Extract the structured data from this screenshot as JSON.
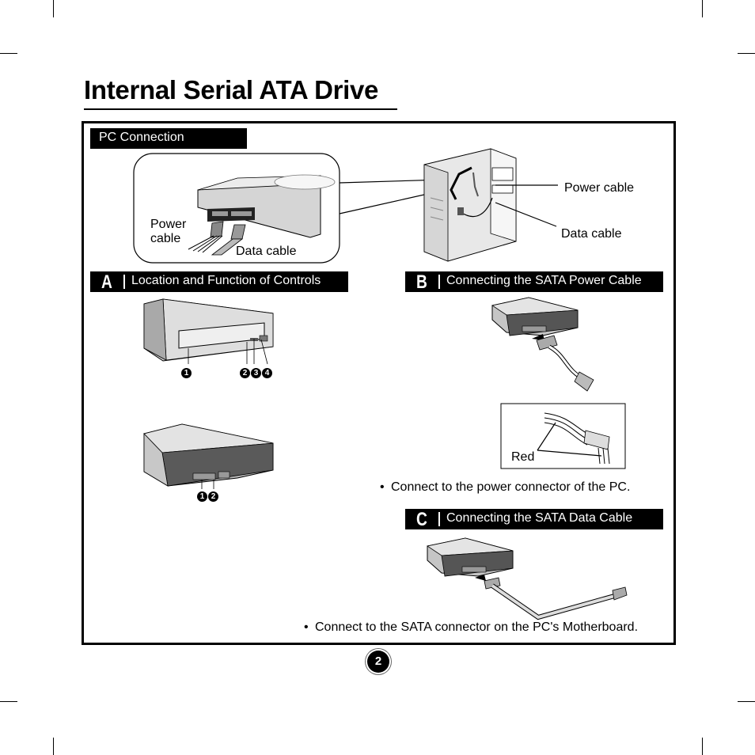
{
  "page": {
    "title": "Internal Serial ATA Drive",
    "page_number": "2"
  },
  "pc_connection": {
    "header": "PC Connection",
    "labels": {
      "power_cable_inset_line1": "Power",
      "power_cable_inset_line2": "cable",
      "data_cable_inset": "Data cable",
      "power_cable_pc": "Power cable",
      "data_cable_pc": "Data cable"
    }
  },
  "section_a": {
    "letter": "A",
    "header": "Location and Function of Controls",
    "front_callouts": [
      "1",
      "2",
      "3",
      "4"
    ],
    "rear_callouts": [
      "1",
      "2"
    ]
  },
  "section_b": {
    "letter": "B",
    "header": "Connecting the SATA Power Cable",
    "detail_label": "Red",
    "note": "Connect to the power connector of the PC."
  },
  "section_c": {
    "letter": "C",
    "header": "Connecting the SATA Data Cable",
    "note": "Connect to the SATA connector on the PC's Motherboard."
  },
  "colors": {
    "ink": "#000000",
    "paper": "#ffffff",
    "drive_gray": "#cfcfcf",
    "shadow_gray": "#8a8a8a"
  }
}
